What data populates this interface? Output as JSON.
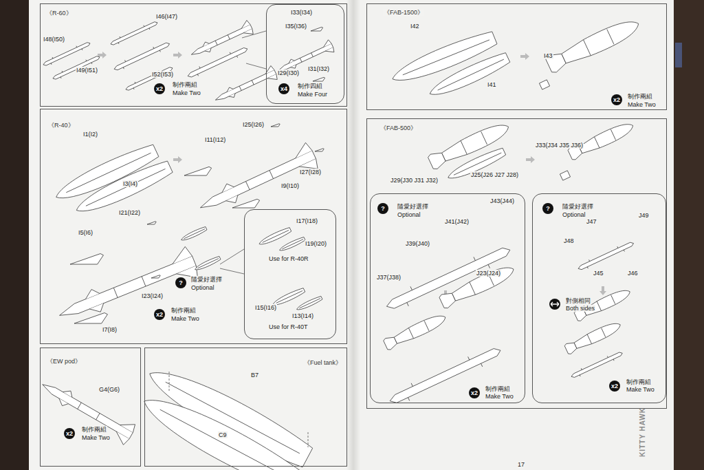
{
  "diagram": {
    "nodes": [
      {
        "text": [
          "《R-60》"
        ]
      },
      {
        "text": [
          "制作四組",
          "Make Four"
        ],
        "in": 0
      },
      {
        "text": [
          "《R-40》"
        ]
      },
      {
        "text": [
          "Use for R-40R",
          "Use for R-40T"
        ],
        "in": 2
      },
      {
        "text": [
          "《EW pod》"
        ]
      },
      {
        "text": [
          "《Fuel tank》"
        ]
      },
      {
        "text": [
          "《FAB-1500》"
        ]
      },
      {
        "text": [
          "《FAB-500》"
        ]
      },
      {
        "text": [
          "隨愛好選擇",
          "Optional"
        ],
        "in": 7
      },
      {
        "text": [
          "隨愛好選擇",
          "Optional"
        ],
        "in": 7
      }
    ],
    "labels": [
      "I48(I50)",
      "I49(I51)",
      "I46(I47)",
      "I52(I53)",
      "x2",
      "制作兩組",
      "Make Two",
      "I33(I34)",
      "I35(I36)",
      "I29(I30)",
      "I31(I32)",
      "x4",
      "I1(I2)",
      "I3(I4)",
      "I11(I12)",
      "I25(I26)",
      "I27(I28)",
      "I9(I10)",
      "I21(I22)",
      "I5(I6)",
      "I23(I24)",
      "I7(I8)",
      "?",
      "隨愛好選擇",
      "Optional",
      "x2",
      "制作兩組",
      "Make Two",
      "I17(I18)",
      "I19(I20)",
      "I15(I16)",
      "I13(I14)",
      "G4(G6)",
      "x2",
      "制作兩組",
      "Make Two",
      "B7",
      "C9",
      "I42",
      "I41",
      "I43",
      "x2",
      "制作兩組",
      "Make Two",
      "J29(J30 J31 J32)",
      "J25(J26 J27 J28)",
      "J33(J34 J35 J36)",
      "?",
      "J43(J44)",
      "J41(J42)",
      "J39(J40)",
      "J23(J24)",
      "J37(J38)",
      "x2",
      "制作兩組",
      "Make Two",
      "?",
      "J49",
      "J47",
      "J48",
      "J45",
      "J46",
      "對側相同",
      "Both sides",
      "x2",
      "制作兩組",
      "Make Two",
      "17",
      "KITTY HAWK"
    ]
  }
}
